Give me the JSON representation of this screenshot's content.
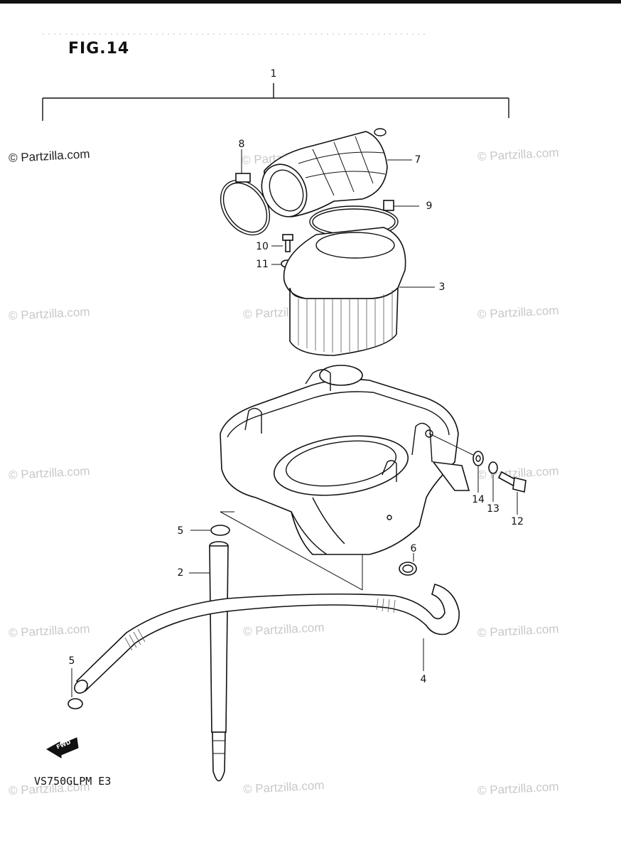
{
  "figure": {
    "title": "FIG.14",
    "model_code": "VS750GLPM E3"
  },
  "watermark": {
    "text": "© Partzilla.com"
  },
  "callouts": {
    "c1": "1",
    "c2": "2",
    "c3": "3",
    "c4": "4",
    "c5a": "5",
    "c5b": "5",
    "c6": "6",
    "c7": "7",
    "c8": "8",
    "c9": "9",
    "c10": "10",
    "c11": "11",
    "c12": "12",
    "c13": "13",
    "c14": "14"
  },
  "fwd_label": "FWD",
  "colors": {
    "ink": "#111111",
    "watermark": "#c8c8c8",
    "paper": "#ffffff"
  }
}
